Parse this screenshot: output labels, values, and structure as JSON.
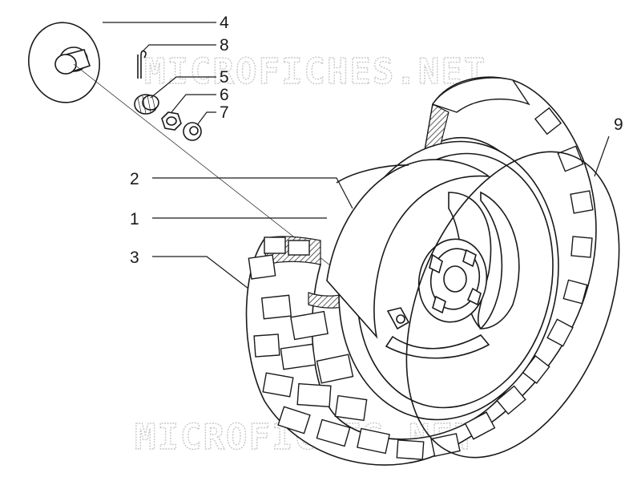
{
  "watermark": {
    "top": "MICROFICHES.NET",
    "bottom": "MICROFICHES.NET"
  },
  "callouts": [
    {
      "id": "1",
      "label": "1"
    },
    {
      "id": "2",
      "label": "2"
    },
    {
      "id": "3",
      "label": "3"
    },
    {
      "id": "4",
      "label": "4"
    },
    {
      "id": "5",
      "label": "5"
    },
    {
      "id": "6",
      "label": "6"
    },
    {
      "id": "7",
      "label": "7"
    },
    {
      "id": "8",
      "label": "8"
    },
    {
      "id": "9",
      "label": "9"
    }
  ],
  "colors": {
    "line": "#1a1a1a",
    "watermark": "#c8c8c8",
    "background": "#ffffff"
  }
}
